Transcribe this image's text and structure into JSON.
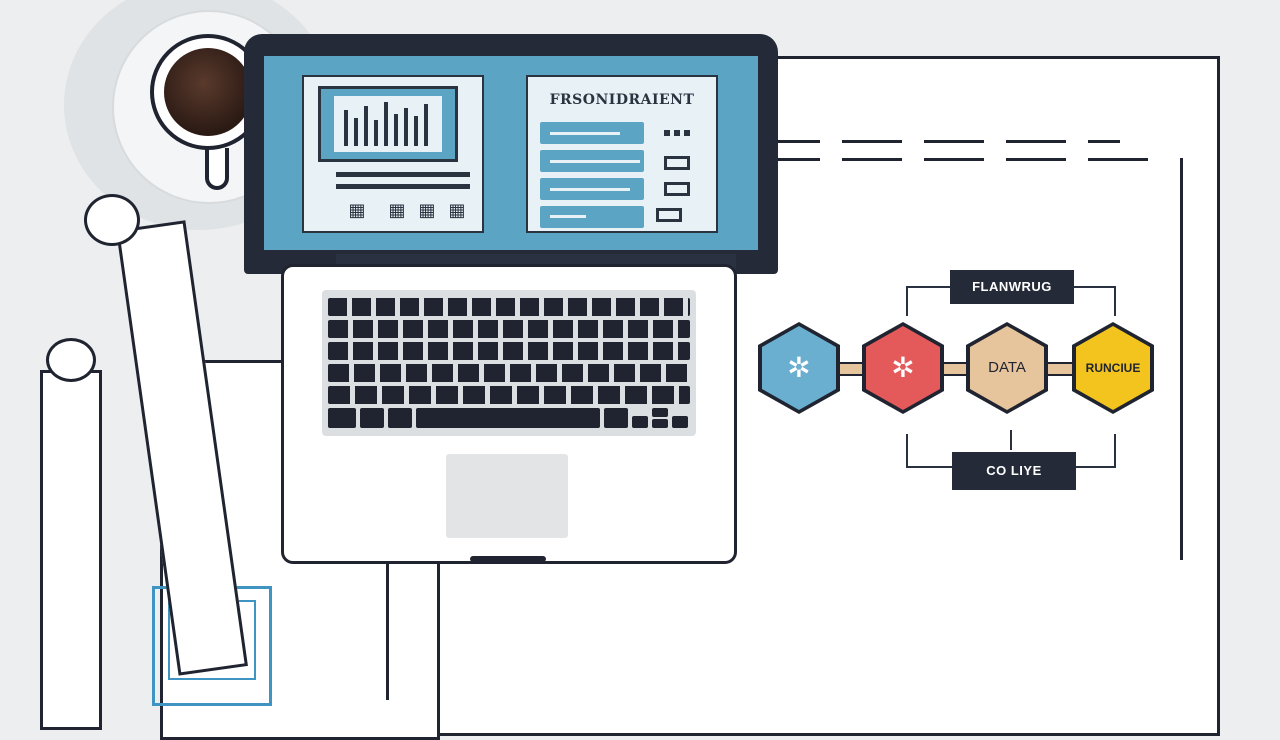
{
  "colors": {
    "background": "#eceeef",
    "outline": "#1f2430",
    "screen_blue": "#5ba4c4",
    "hex_blue": "#6aaed0",
    "hex_red": "#e45a5a",
    "hex_tan": "#e6c49c",
    "hex_yellow": "#f4c41e",
    "blueprint_blue": "#3f94c1"
  },
  "laptop": {
    "screen_title": "FRSONIDRAIENT",
    "icon": "laptop-icon"
  },
  "diagram": {
    "top_label": "FLANWRUG",
    "bottom_label": "CO LIYE",
    "nodes": [
      {
        "label": "",
        "icon": "molecule-icon",
        "color": "#6aaed0"
      },
      {
        "label": "",
        "icon": "molecule-icon",
        "color": "#e45a5a"
      },
      {
        "label": "DATA",
        "icon": "",
        "color": "#e6c49c"
      },
      {
        "label": "RUNCIUE",
        "icon": "",
        "color": "#f4c41e"
      }
    ]
  }
}
